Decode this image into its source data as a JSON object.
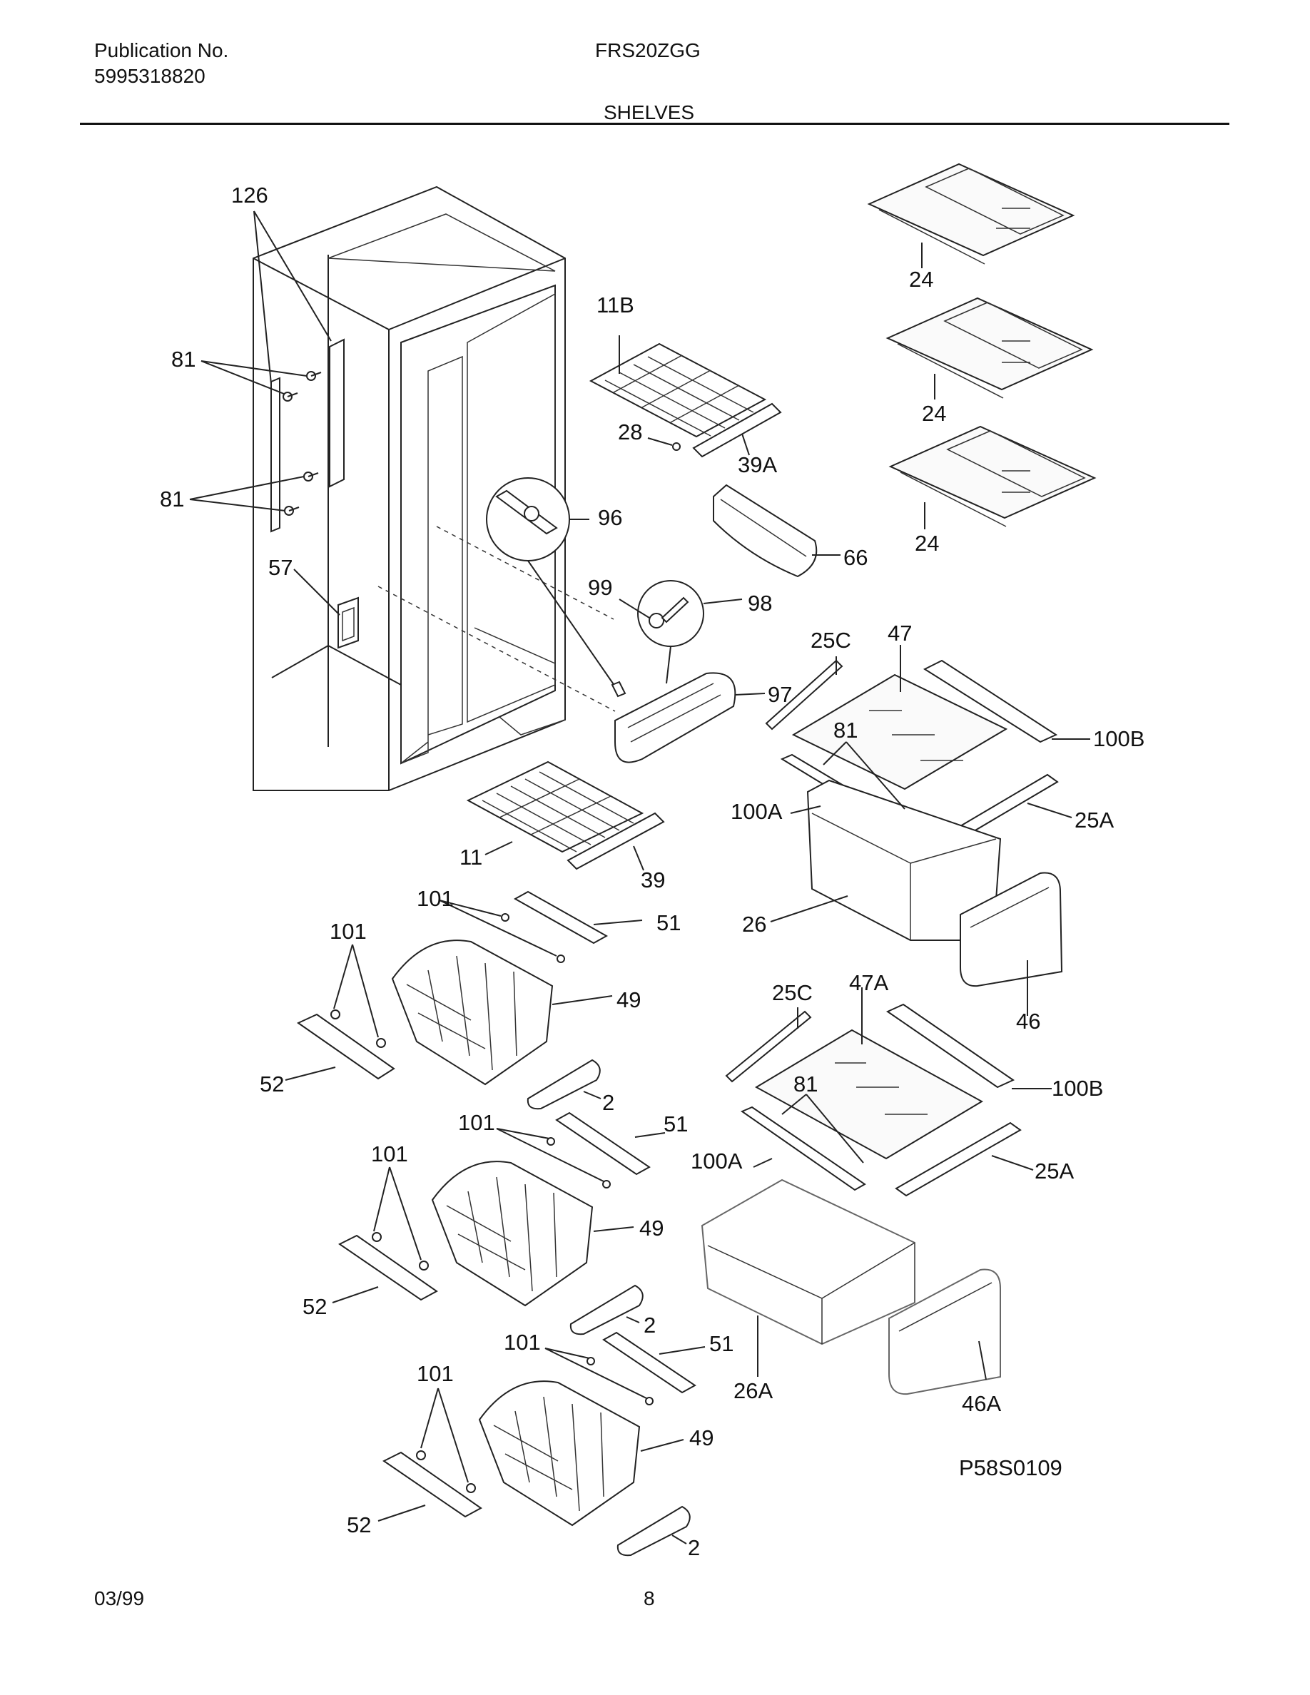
{
  "header": {
    "publication_label": "Publication No.",
    "publication_number": "5995318820",
    "model": "FRS20ZGG",
    "section": "SHELVES"
  },
  "footer": {
    "date": "03/99",
    "page": "8"
  },
  "diagram": {
    "code": "P58S0109",
    "callouts": {
      "c126": "126",
      "c81a": "81",
      "c81b": "81",
      "c57": "57",
      "c11b": "11B",
      "c28": "28",
      "c39a": "39A",
      "c96": "96",
      "c66": "66",
      "c99": "99",
      "c98": "98",
      "c97": "97",
      "c24a": "24",
      "c24b": "24",
      "c24c": "24",
      "c25c_1": "25C",
      "c47": "47",
      "c81c": "81",
      "c100b_1": "100B",
      "c100a_1": "100A",
      "c25a_1": "25A",
      "c11": "11",
      "c39": "39",
      "c26": "26",
      "c46": "46",
      "c101_1": "101",
      "c51_1": "51",
      "c101_2": "101",
      "c49_1": "49",
      "c52_1": "52",
      "c2_1": "2",
      "c25c_2": "25C",
      "c47a": "47A",
      "c81d": "81",
      "c100b_2": "100B",
      "c100a_2": "100A",
      "c25a_2": "25A",
      "c101_3": "101",
      "c51_2": "51",
      "c101_4": "101",
      "c49_2": "49",
      "c52_2": "52",
      "c2_2": "2",
      "c101_5": "101",
      "c51_3": "51",
      "c101_6": "101",
      "c49_3": "49",
      "c52_3": "52",
      "c2_3": "2",
      "c26a": "26A",
      "c46a": "46A"
    }
  }
}
